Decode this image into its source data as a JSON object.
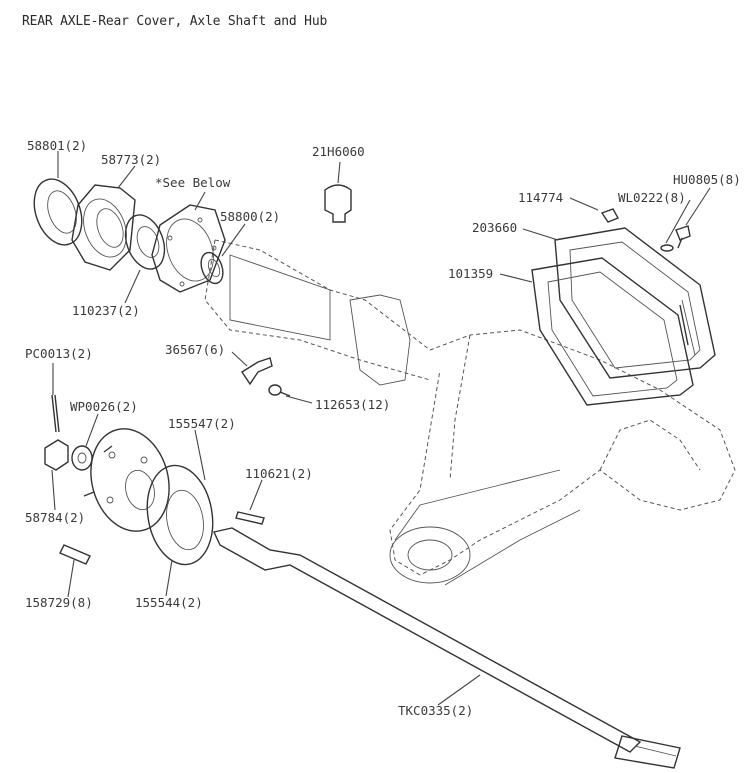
{
  "title": "REAR AXLE-Rear Cover, Axle Shaft and Hub",
  "labels": {
    "p58801": "58801(2)",
    "p58773": "58773(2)",
    "see_below": "*See Below",
    "p21h6060": "21H6060",
    "p114774": "114774",
    "pwl0222": "WL0222(8)",
    "phu0805": "HU0805(8)",
    "p203660": "203660",
    "p101359": "101359",
    "p58800": "58800(2)",
    "p110237": "110237(2)",
    "p36567": "36567(6)",
    "p112653": "112653(12)",
    "ppc0013": "PC0013(2)",
    "pwp0026": "WP0026(2)",
    "p155547": "155547(2)",
    "p110621": "110621(2)",
    "p58784": "58784(2)",
    "p158729": "158729(8)",
    "p155544": "155544(2)",
    "ptkc0335": "TKC0335(2)"
  }
}
